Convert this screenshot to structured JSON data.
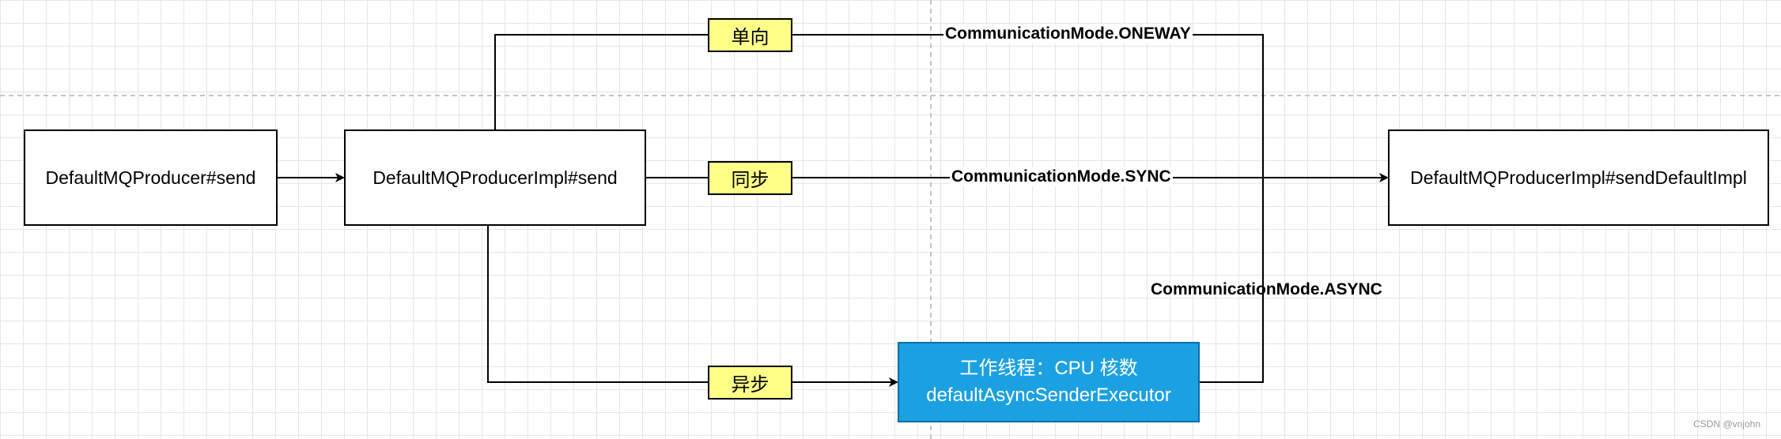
{
  "nodes": {
    "producer_send": "DefaultMQProducer#send",
    "impl_send": "DefaultMQProducerImpl#send",
    "send_default_impl": "DefaultMQProducerImpl#sendDefaultImpl",
    "executor_line1": "工作线程：CPU 核数",
    "executor_line2": "defaultAsyncSenderExecutor"
  },
  "tags": {
    "oneway": "单向",
    "sync": "同步",
    "async": "异步"
  },
  "modes": {
    "oneway": "CommunicationMode.ONEWAY",
    "sync": "CommunicationMode.SYNC",
    "async": "CommunicationMode.ASYNC"
  },
  "watermark": "CSDN @vnjohn",
  "colors": {
    "tag_fill": "#ffff88",
    "executor_fill": "#1ba1e2",
    "grid": "#e6e6e6"
  }
}
